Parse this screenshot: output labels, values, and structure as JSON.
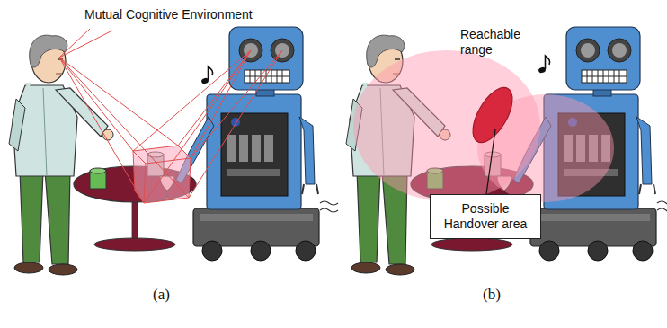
{
  "diagram": {
    "nodes": [
      {
        "text": [
          "Possible Handover area"
        ]
      }
    ],
    "labels": [
      "Mutual Cognitive Environment",
      "Reachable range",
      "(a)",
      "(b)"
    ]
  }
}
